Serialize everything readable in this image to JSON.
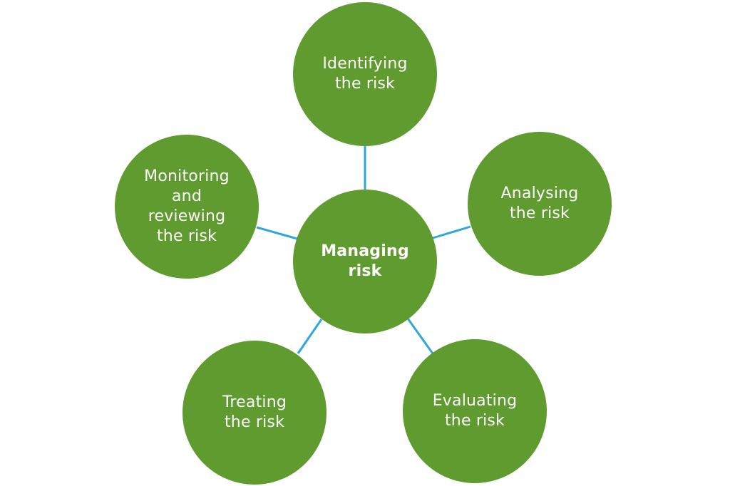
{
  "diagram": {
    "center": {
      "line1": "Managing",
      "line2": "risk"
    },
    "nodes": {
      "identifying": {
        "line1": "Identifying",
        "line2": "the risk"
      },
      "analysing": {
        "line1": "Analysing",
        "line2": "the risk"
      },
      "evaluating": {
        "line1": "Evaluating",
        "line2": "the risk"
      },
      "treating": {
        "line1": "Treating",
        "line2": "the risk"
      },
      "monitoring": {
        "line1": "Monitoring",
        "line2": "and",
        "line3": "reviewing",
        "line4": "the risk"
      }
    },
    "colors": {
      "circle_fill": "#5f9b2f",
      "connector": "#2ea8d8",
      "text": "#ffffff"
    }
  }
}
